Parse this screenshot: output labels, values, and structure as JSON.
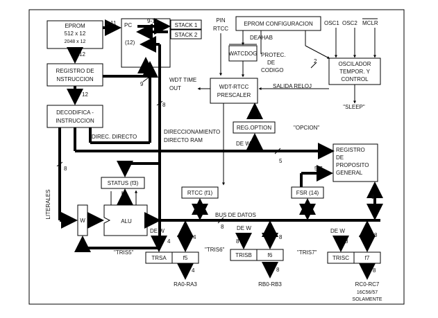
{
  "blocks": {
    "eprom_line1": "EPROM",
    "eprom_line2": "512 x 12",
    "eprom_line3": "2048 x 12",
    "pc": "PC",
    "pc_stack": "(12)",
    "stack1": "STACK 1",
    "stack2": "STACK 2",
    "eprom_config": "EPROM CONFIGURACION",
    "pin_rtcc_line1": "PIN",
    "pin_rtcc_line2": "RTCC",
    "deahab": "DEAHAB",
    "watchdog": "WATCDOG",
    "protec_line1": "PROTEC.",
    "protec_line2": "DE",
    "protec_line3": "CODIGO",
    "osc_pins_1": "OSC1",
    "osc_pins_2": "OSC2",
    "osc_pins_3": "MCLR",
    "osc_line1": "OSCILADOR",
    "osc_line2": "TEMPOR. Y",
    "osc_line3": "CONTROL",
    "sleep": "\"SLEEP\"",
    "reg_instr_line1": "REGISTRO DE",
    "reg_instr_line2": "NSTRUCCION",
    "decoder_line1": "DECODIFICA -",
    "decoder_line2": "INSTRUCCION",
    "direc_directo": "DIREC. DIRECTO",
    "wdt_time_out_line1": "WDT TIME",
    "wdt_time_out_line2": "OUT",
    "wdt_rtcc_line1": "WDT-RTCC",
    "wdt_rtcc_line2": "PRESCALER",
    "salida_reloj": "SALIDA RELOJ",
    "reg_option": "REG.OPTION",
    "option": "\"OPCION\"",
    "direccionamiento_line1": "DIRECCIONAMIENTO",
    "direccionamiento_line2": "DIRECTO RAM",
    "dew_1": "DE W",
    "reg_general_line1": "REGISTRO",
    "reg_general_line2": "DE",
    "reg_general_line3": "PROPOSITO",
    "reg_general_line4": "GENERAL",
    "literales": "LITERALES",
    "status": "STATUS (f3)",
    "w": "W",
    "alu": "ALU",
    "rtcc": "RTCC (f1)",
    "fsr": "FSR (14)",
    "bus_datos": "BUS DE DATOS",
    "dew_2": "DE W",
    "dew_3": "DE W",
    "dew_4": "DE W",
    "tris5": "\"TRIS5\"",
    "tris6": "\"TRIS6\"",
    "tris7": "\"TRIS7\"",
    "trisa": "TRSA",
    "f5": "f5",
    "trisb": "TRISB",
    "f6": "f6",
    "trisc": "TRISC",
    "f7": "f7",
    "port_a": "RA0-RA3",
    "port_b": "RB0-RB3",
    "port_c": "RC0-RC7",
    "port_c_note1": "16C56/57",
    "port_c_note2": "SOLAMENTE"
  },
  "bus_widths": {
    "eprom_to_pc": "9-11",
    "pc_to_stack": "9-11",
    "eprom_to_reg": "12",
    "reg_to_dec": "12",
    "pc_feedback": "9",
    "direc_bus": "8",
    "literales_bus": "8",
    "main_to_reg": "5",
    "fsr_to_reg": "5-7",
    "reg_to_bus": "8",
    "option_bus": "6",
    "osc_bus": "2",
    "bus_datos": "8",
    "trisa": "4",
    "f5_to_bus": "4",
    "f5_to_port": "4",
    "trisb": "8",
    "f6_to_bus": "8",
    "f6_to_port": "8",
    "trisc": "8",
    "f7_to_bus": "8",
    "f7_to_port": "8"
  }
}
